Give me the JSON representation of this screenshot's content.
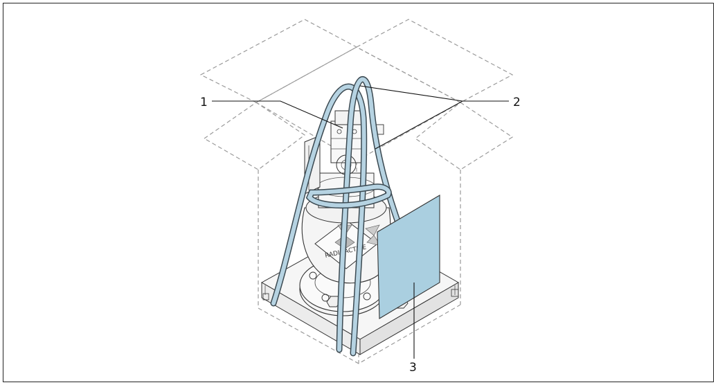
{
  "figure": {
    "callouts": [
      {
        "id": "1",
        "text": "1"
      },
      {
        "id": "2",
        "text": "2"
      },
      {
        "id": "3",
        "text": "3"
      }
    ],
    "label_text": "RADIOACTIVE",
    "colors": {
      "strap": "#b6d3e2",
      "label_plate": "#aacfe0",
      "outline": "#333333",
      "dashed_box": "#9a9a9a"
    }
  }
}
